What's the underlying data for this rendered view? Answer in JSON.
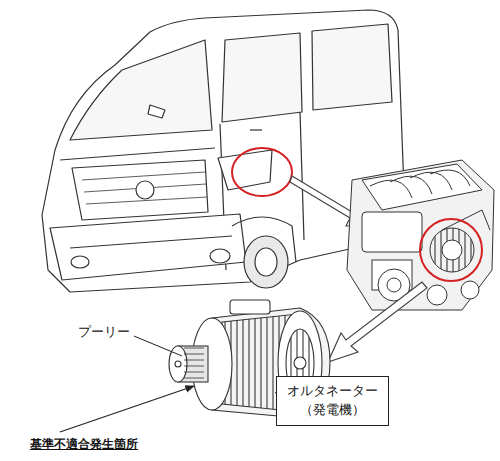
{
  "diagram": {
    "nodes": [
      {
        "text": [
          "オルタネーター （発電機）"
        ]
      }
    ],
    "labels": [
      "プーリー",
      "基準不適合発生箇所"
    ]
  }
}
